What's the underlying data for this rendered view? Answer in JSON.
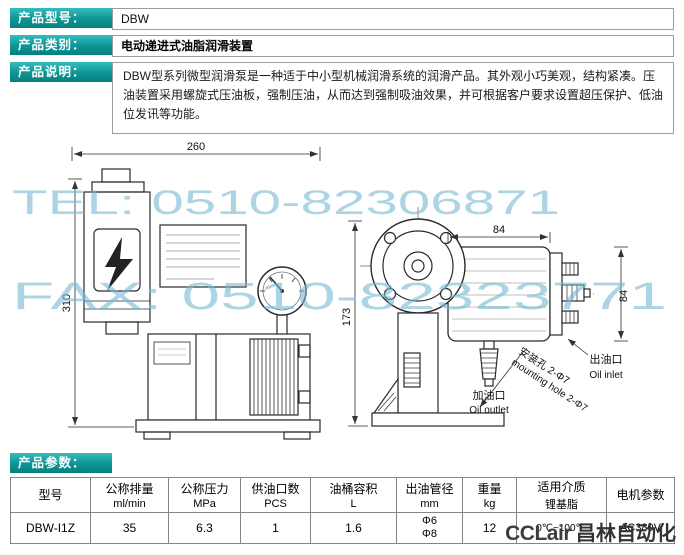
{
  "header": {
    "model": {
      "label": "产品型号：",
      "value": "DBW"
    },
    "category": {
      "label": "产品类别：",
      "value": "电动递进式油脂润滑装置"
    },
    "description": {
      "label": "产品说明：",
      "value": "DBW型系列微型润滑泵是一种适于中小型机械润滑系统的润滑产品。其外观小巧美观，结构紧凑。压油装置采用螺旋式压油板，强制压油，从而达到强制吸油效果，并可根据客户要求设置超压保护、低油位发讯等功能。"
    }
  },
  "drawing": {
    "dims": {
      "front_width": "260",
      "front_height": "310",
      "side_height": "173",
      "barrel_length": "84",
      "barrel_diameter": "84"
    },
    "watermarks": {
      "tel": "TEL: 0510-82306871",
      "fax": "FAX: 0510-82323771"
    },
    "callouts": {
      "mounting_cn": "安装孔 2-Φ7",
      "mounting_en": "mounting hole 2-Φ7",
      "fill_port_cn": "加油口",
      "fill_port_en": "Oil outlet",
      "outlet_port_cn": "出油口",
      "outlet_port_en": "Oil inlet"
    }
  },
  "params": {
    "label": "产品参数：",
    "headers": [
      {
        "name": "型号",
        "unit": ""
      },
      {
        "name": "公称排量",
        "unit": "ml/min"
      },
      {
        "name": "公称压力",
        "unit": "MPa"
      },
      {
        "name": "供油口数",
        "unit": "PCS"
      },
      {
        "name": "油桶容积",
        "unit": "L"
      },
      {
        "name": "出油管径",
        "unit": "mm"
      },
      {
        "name": "重量",
        "unit": "kg"
      },
      {
        "name": "适用介质",
        "unit": "锂基脂"
      },
      {
        "name": "电机参数",
        "unit": ""
      }
    ],
    "row": {
      "model": "DBW-I1Z",
      "displacement": "35",
      "pressure": "6.3",
      "oil_ports": "1",
      "volume": "1.6",
      "pipe_dia_1": "Φ6",
      "pipe_dia_2": "Φ8",
      "weight": "12",
      "medium_temp": "0℃~100℃",
      "motor": "AC380V"
    }
  },
  "footer": {
    "logo_en": "CCLair",
    "logo_cn": "昌林自动化"
  }
}
